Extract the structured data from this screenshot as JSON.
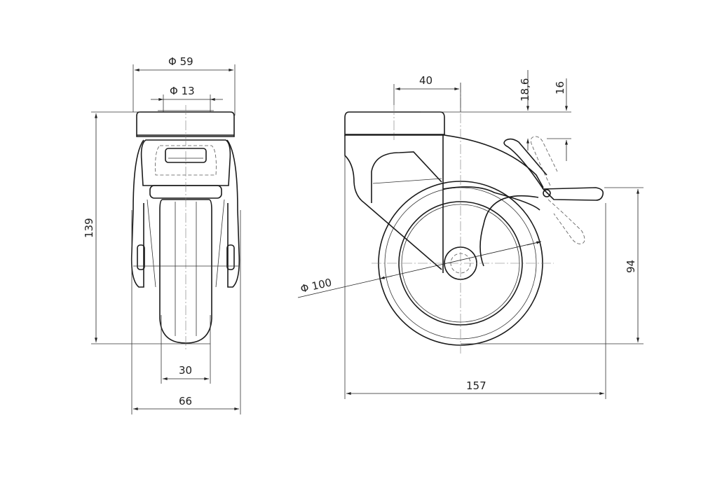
{
  "drawing": {
    "title": "Swivel castor with bolt hole and total brake",
    "front_view": {
      "dims": {
        "plate_diameter": "Φ 59",
        "bolt_hole_diameter": "Φ 13",
        "overall_height": "139",
        "wheel_width": "30",
        "overall_width": "66"
      }
    },
    "side_view": {
      "dims": {
        "offset": "40",
        "brake_height_1": "18,6",
        "brake_height_2": "16",
        "wheel_diameter": "Φ 100",
        "brake_pedal_height": "94",
        "overall_length": "157"
      }
    },
    "colors": {
      "line": "#1a1a1a",
      "background": "#ffffff"
    }
  }
}
